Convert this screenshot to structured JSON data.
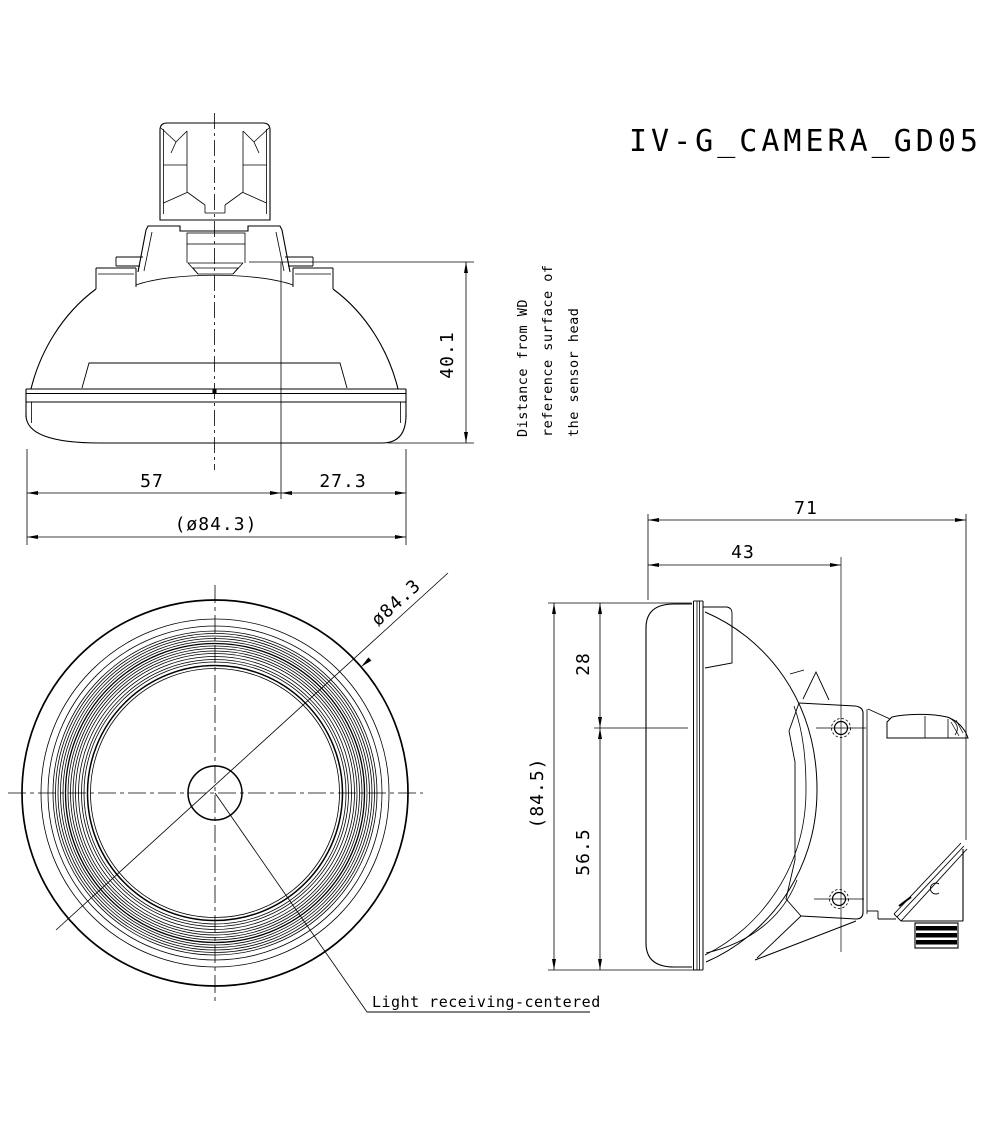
{
  "title": "IV-G_CAMERA_GD05",
  "front_view": {
    "dim_height": "40.1",
    "dim_left": "57",
    "dim_right": "27.3",
    "dim_overall_diameter": "(ø84.3)",
    "note": {
      "line1": "Distance from WD",
      "line2": "reference surface of",
      "line3": "the sensor head"
    }
  },
  "lens_view": {
    "dim_diameter": "ø84.3",
    "center_label": "Light receiving-centered"
  },
  "side_view": {
    "dim_overall_width": "71",
    "dim_mount_offset": "43",
    "dim_top_offset": "28",
    "dim_overall_height": "(84.5)",
    "dim_bottom_offset": "56.5"
  },
  "colors": {
    "ink": "#000000",
    "paper": "#ffffff"
  }
}
